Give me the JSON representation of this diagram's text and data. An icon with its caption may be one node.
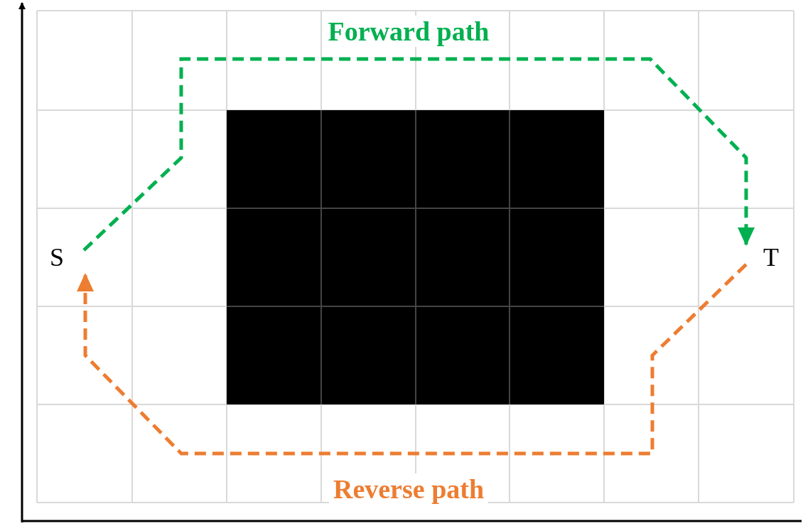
{
  "diagram": {
    "nodes": [
      {
        "text": [
          "S"
        ]
      },
      {
        "text": [
          "T"
        ]
      }
    ],
    "edges": [
      {
        "from": 0,
        "to": 1,
        "arrow": "to",
        "label": "Forward path",
        "style": "dashed",
        "color": "#00b050"
      },
      {
        "from": 1,
        "to": 0,
        "arrow": "to",
        "label": "Reverse path",
        "style": "dashed",
        "color": "#ed7d31"
      }
    ]
  }
}
